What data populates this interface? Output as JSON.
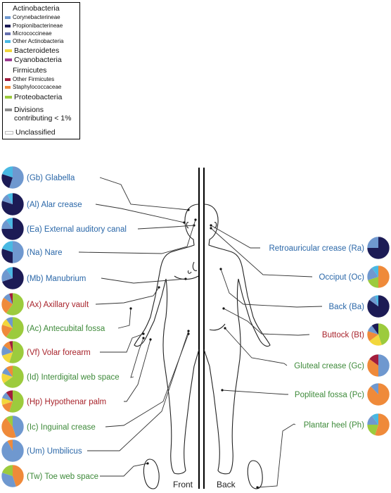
{
  "colors": {
    "corynebacterineae": "#6f98cf",
    "propionibacterineae": "#1c1b55",
    "micrococcineae": "#6570ae",
    "other_actinobacteria": "#49b9e3",
    "bacteroidetes": "#f2d73c",
    "cyanobacteria": "#9c3c92",
    "other_firmicutes": "#a21d3d",
    "staphylococcaceae": "#ef8a3a",
    "proteobacteria": "#9ccb3d",
    "divisions_lt1": "#8c8c8c",
    "unclassified": "#ffffff",
    "label_dry": "#2a67a8",
    "label_moist": "#a8242c",
    "label_sebaceous": "#3e8a3a"
  },
  "legend": {
    "actinobacteria": "Actinobacteria",
    "corynebacterineae": "Corynebacterineae",
    "propionibacterineae": "Propionibacterineae",
    "micrococcineae": "Micrococcineae",
    "other_actinobacteria": "Other Actinobacteria",
    "bacteroidetes": "Bacteroidetes",
    "cyanobacteria": "Cyanobacteria",
    "firmicutes": "Firmicutes",
    "other_firmicutes": "Other Firmicutes",
    "staphylococcaceae": "Staphylococcaceae",
    "proteobacteria": "Proteobacteria",
    "divisions_line1": "Divisions",
    "divisions_line2": "contributing < 1%",
    "unclassified": "Unclassified"
  },
  "body_labels": {
    "front": "Front",
    "back": "Back"
  },
  "sites_left": [
    {
      "label": "(Gb) Glabella",
      "color": "label_dry",
      "composition": [
        [
          "corynebacterineae",
          0.55
        ],
        [
          "propionibacterineae",
          0.25
        ],
        [
          "other_actinobacteria",
          0.2
        ]
      ]
    },
    {
      "label": "(Al) Alar crease",
      "color": "label_dry",
      "composition": [
        [
          "propionibacterineae",
          0.8
        ],
        [
          "corynebacterineae",
          0.12
        ],
        [
          "other_actinobacteria",
          0.08
        ]
      ]
    },
    {
      "label": "(Ea) External auditory canal",
      "color": "label_dry",
      "composition": [
        [
          "propionibacterineae",
          0.75
        ],
        [
          "corynebacterineae",
          0.15
        ],
        [
          "other_actinobacteria",
          0.1
        ]
      ]
    },
    {
      "label": "(Na) Nare",
      "color": "label_dry",
      "composition": [
        [
          "corynebacterineae",
          0.5
        ],
        [
          "propionibacterineae",
          0.3
        ],
        [
          "other_actinobacteria",
          0.2
        ]
      ]
    },
    {
      "label": "(Mb) Manubrium",
      "color": "label_dry",
      "composition": [
        [
          "propionibacterineae",
          0.7
        ],
        [
          "corynebacterineae",
          0.2
        ],
        [
          "other_actinobacteria",
          0.1
        ]
      ]
    },
    {
      "label": "(Ax) Axillary vault",
      "color": "label_moist",
      "composition": [
        [
          "proteobacteria",
          0.6
        ],
        [
          "staphylococcaceae",
          0.25
        ],
        [
          "corynebacterineae",
          0.1
        ],
        [
          "other_firmicutes",
          0.05
        ]
      ]
    },
    {
      "label": "(Ac) Antecubital fossa",
      "color": "label_sebaceous",
      "composition": [
        [
          "proteobacteria",
          0.6
        ],
        [
          "staphylococcaceae",
          0.2
        ],
        [
          "bacteroidetes",
          0.1
        ],
        [
          "corynebacterineae",
          0.1
        ]
      ]
    },
    {
      "label": "(Vf) Volar forearm",
      "color": "label_moist",
      "composition": [
        [
          "proteobacteria",
          0.55
        ],
        [
          "bacteroidetes",
          0.15
        ],
        [
          "corynebacterineae",
          0.15
        ],
        [
          "staphylococcaceae",
          0.1
        ],
        [
          "other_firmicutes",
          0.05
        ]
      ]
    },
    {
      "label": "(Id) Interdigital web space",
      "color": "label_sebaceous",
      "composition": [
        [
          "proteobacteria",
          0.65
        ],
        [
          "bacteroidetes",
          0.15
        ],
        [
          "corynebacterineae",
          0.1
        ],
        [
          "staphylococcaceae",
          0.1
        ]
      ]
    },
    {
      "label": "(Hp) Hypothenar palm",
      "color": "label_moist",
      "composition": [
        [
          "proteobacteria",
          0.55
        ],
        [
          "staphylococcaceae",
          0.15
        ],
        [
          "bacteroidetes",
          0.1
        ],
        [
          "corynebacterineae",
          0.1
        ],
        [
          "other_firmicutes",
          0.1
        ]
      ]
    },
    {
      "label": "(Ic) Inguinal crease",
      "color": "label_sebaceous",
      "composition": [
        [
          "corynebacterineae",
          0.45
        ],
        [
          "staphylococcaceae",
          0.45
        ],
        [
          "proteobacteria",
          0.1
        ]
      ]
    },
    {
      "label": "(Um) Umbilicus",
      "color": "label_dry",
      "composition": [
        [
          "corynebacterineae",
          0.92
        ],
        [
          "staphylococcaceae",
          0.08
        ]
      ]
    },
    {
      "label": "(Tw) Toe web space",
      "color": "label_sebaceous",
      "composition": [
        [
          "staphylococcaceae",
          0.45
        ],
        [
          "corynebacterineae",
          0.35
        ],
        [
          "proteobacteria",
          0.2
        ]
      ]
    }
  ],
  "sites_right": [
    {
      "label": "Retroauricular crease (Ra)",
      "color": "label_dry",
      "composition": [
        [
          "propionibacterineae",
          0.75
        ],
        [
          "corynebacterineae",
          0.25
        ]
      ]
    },
    {
      "label": "Occiput (Oc)",
      "color": "label_dry",
      "composition": [
        [
          "staphylococcaceae",
          0.5
        ],
        [
          "proteobacteria",
          0.2
        ],
        [
          "corynebacterineae",
          0.2
        ],
        [
          "other_actinobacteria",
          0.1
        ]
      ]
    },
    {
      "label": "Back (Ba)",
      "color": "label_dry",
      "composition": [
        [
          "propionibacterineae",
          0.85
        ],
        [
          "corynebacterineae",
          0.1
        ],
        [
          "other_actinobacteria",
          0.05
        ]
      ]
    },
    {
      "label": "Buttock (Bt)",
      "color": "label_moist",
      "composition": [
        [
          "proteobacteria",
          0.45
        ],
        [
          "bacteroidetes",
          0.2
        ],
        [
          "staphylococcaceae",
          0.15
        ],
        [
          "corynebacterineae",
          0.1
        ],
        [
          "propionibacterineae",
          0.1
        ]
      ]
    },
    {
      "label": "Gluteal crease (Gc)",
      "color": "label_sebaceous",
      "composition": [
        [
          "corynebacterineae",
          0.5
        ],
        [
          "staphylococcaceae",
          0.35
        ],
        [
          "other_firmicutes",
          0.15
        ]
      ]
    },
    {
      "label": "Popliteal fossa (Pc)",
      "color": "label_sebaceous",
      "composition": [
        [
          "staphylococcaceae",
          0.88
        ],
        [
          "corynebacterineae",
          0.12
        ]
      ]
    },
    {
      "label": "Plantar heel (Ph)",
      "color": "label_sebaceous",
      "composition": [
        [
          "staphylococcaceae",
          0.55
        ],
        [
          "proteobacteria",
          0.2
        ],
        [
          "corynebacterineae",
          0.15
        ],
        [
          "other_actinobacteria",
          0.1
        ]
      ]
    }
  ]
}
